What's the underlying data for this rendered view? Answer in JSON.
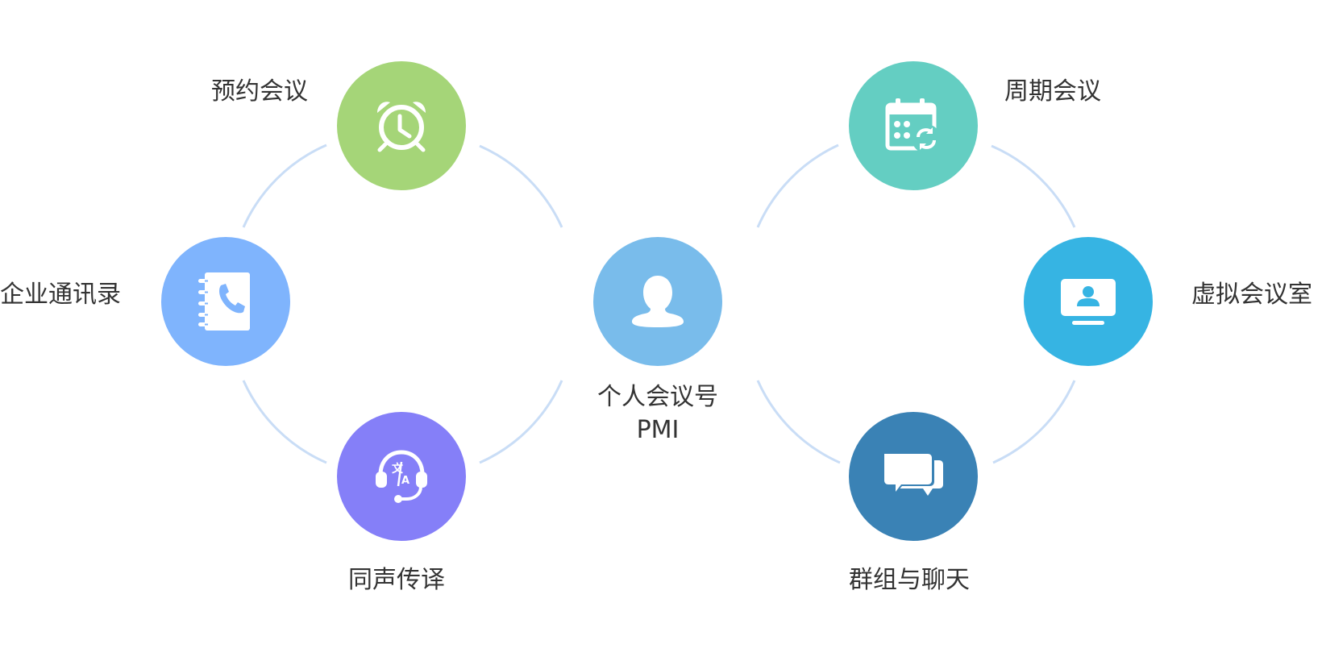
{
  "center": {
    "label_line1": "个人会议号",
    "label_line2": "PMI",
    "icon": "user-icon",
    "color": "#79BCEB"
  },
  "features": [
    {
      "key": "scheduled",
      "label": "预约会议",
      "icon": "alarm-clock-icon",
      "color": "#A5D578"
    },
    {
      "key": "directory",
      "label": "企业通讯录",
      "icon": "phone-book-icon",
      "color": "#7FB4FD"
    },
    {
      "key": "interpretation",
      "label": "同声传译",
      "icon": "headset-translate-icon",
      "color": "#857FF8"
    },
    {
      "key": "recurring",
      "label": "周期会议",
      "icon": "calendar-repeat-icon",
      "color": "#64CEC2"
    },
    {
      "key": "virtual-room",
      "label": "虚拟会议室",
      "icon": "monitor-user-icon",
      "color": "#36B4E3"
    },
    {
      "key": "chat",
      "label": "群组与聊天",
      "icon": "chat-bubbles-icon",
      "color": "#3A82B5"
    }
  ],
  "connector_color": "#C9DDF6"
}
